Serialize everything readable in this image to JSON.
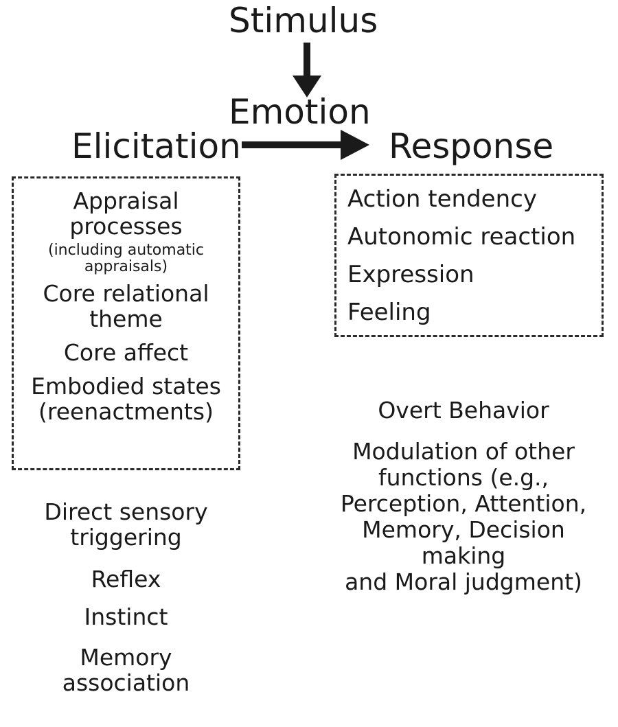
{
  "header": {
    "stimulus": "Stimulus",
    "emotion": "Emotion",
    "elicitation": "Elicitation",
    "response": "Response"
  },
  "elicitation_box": {
    "appraisal": "Appraisal\nprocesses",
    "appraisal_note": "(including automatic\nappraisals)",
    "core_relational": "Core relational\ntheme",
    "core_affect": "Core affect",
    "embodied": "Embodied states\n(reenactments)"
  },
  "elicitation_other": {
    "direct_sensory": "Direct sensory\ntriggering",
    "reflex": "Reflex",
    "instinct": "Instinct",
    "memory_assoc": "Memory\nassociation"
  },
  "response_box": {
    "items": [
      "Action tendency",
      "Autonomic reaction",
      "Expression",
      "Feeling"
    ]
  },
  "response_other": {
    "overt_behavior": "Overt Behavior",
    "modulation": "Modulation of other\nfunctions (e.g.,\nPerception, Attention,\nMemory, Decision making\nand Moral judgment)"
  },
  "colors": {
    "ink": "#1a1a1a",
    "dash": "#2a2a2a",
    "background": "#ffffff"
  }
}
